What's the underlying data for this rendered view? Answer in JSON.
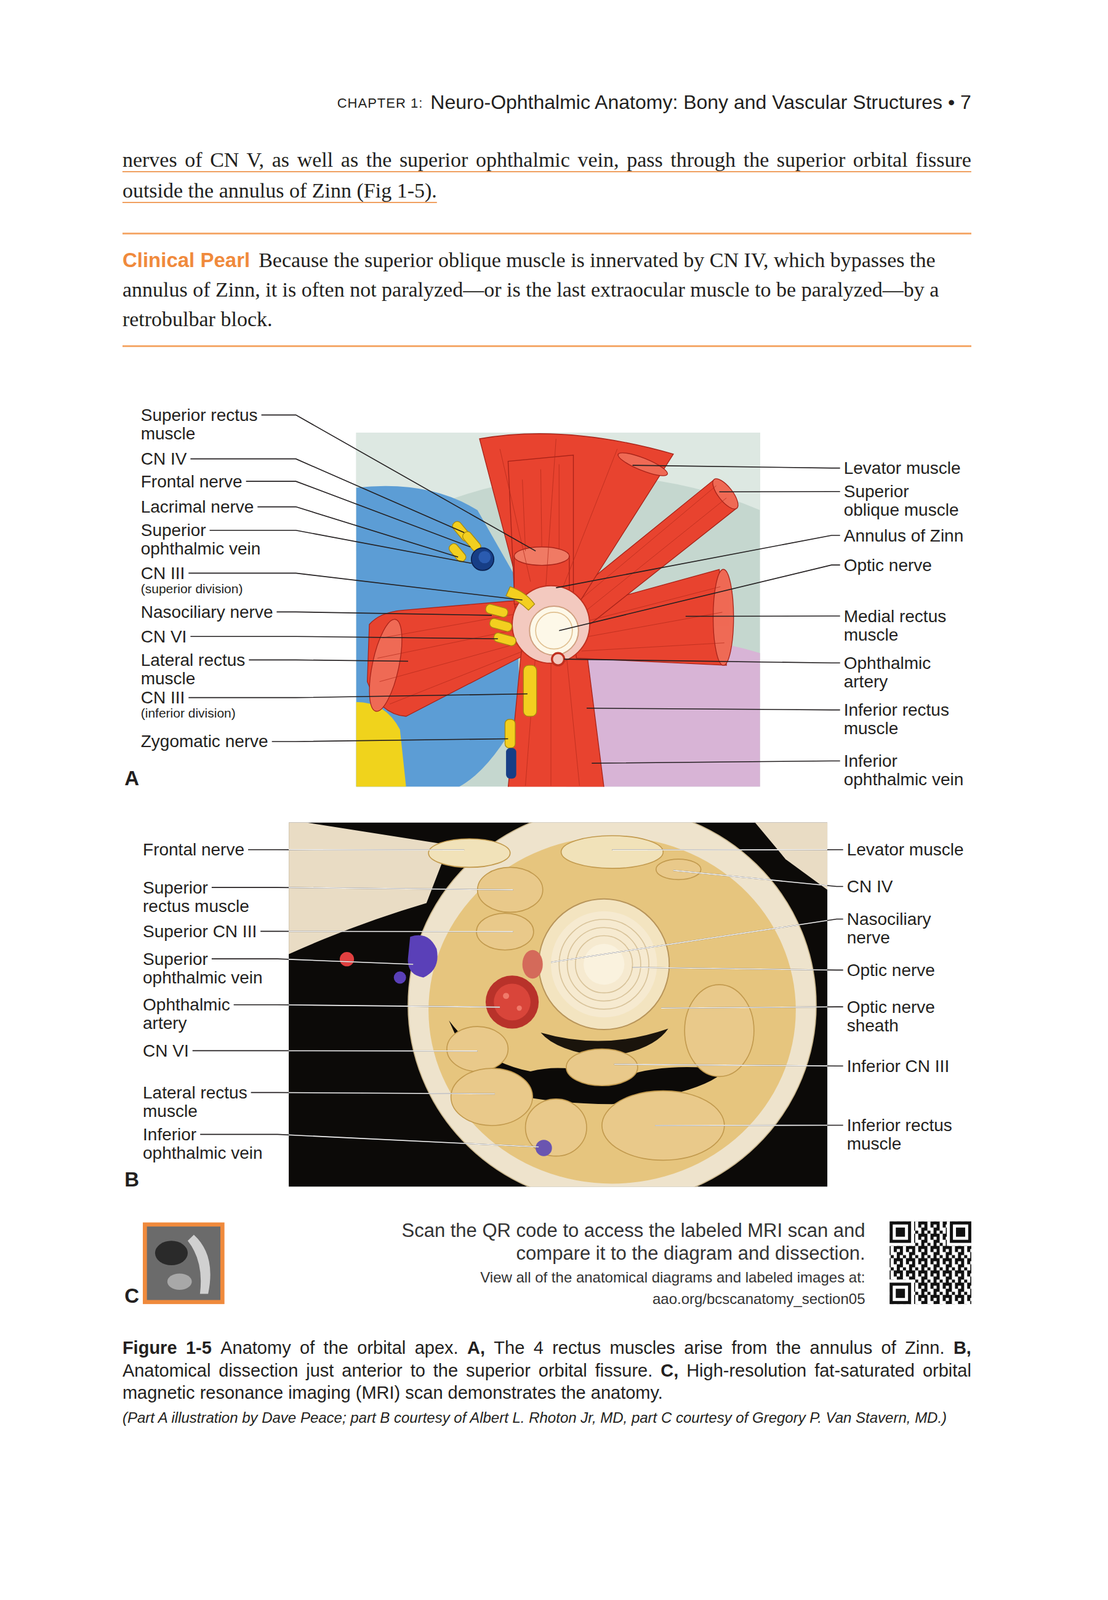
{
  "diagram": {
    "caption": "Figure 1-5 Anatomy of the orbital apex. A, The 4 rectus muscles arise from the annulus of Zinn. B, Anatomical dissection just anterior to the superior orbital fissure. C, High-resolution fat-saturated orbital magnetic resonance imaging (MRI) scan demonstrates the anatomy.",
    "nodes": [
      {
        "text": [
          "Clinical Pearl",
          "Because the superior oblique muscle is innervated by CN IV, which bypasses the annulus of Zinn, it is often not paralyzed—or is the last extraocular muscle to be paralyzed—by a retrobulbar block."
        ]
      }
    ],
    "labels": [
      "CHAPTER 1:",
      "Neuro-Ophthalmic Anatomy: Bony and Vascular Structures • 7",
      "nerves of CN V, as well as the superior ophthalmic vein, pass through the superior orbital fissure outside the annulus of Zinn (Fig 1-5).",
      "Superior rectus muscle",
      "CN IV",
      "Frontal nerve",
      "Lacrimal nerve",
      "Superior ophthalmic vein",
      "CN III",
      "(superior division)",
      "Nasociliary nerve",
      "CN VI",
      "Lateral rectus muscle",
      "CN III",
      "(inferior division)",
      "Zygomatic nerve",
      "A",
      "Levator muscle",
      "Superior oblique muscle",
      "Annulus of Zinn",
      "Optic nerve",
      "Medial rectus muscle",
      "Ophthalmic artery",
      "Inferior rectus muscle",
      "Inferior ophthalmic vein",
      "Frontal nerve",
      "Superior rectus muscle",
      "Superior CN III",
      "Superior ophthalmic vein",
      "Ophthalmic artery",
      "CN VI",
      "Lateral rectus muscle",
      "Inferior ophthalmic vein",
      "B",
      "Levator muscle",
      "CN IV",
      "Nasociliary nerve",
      "Optic nerve",
      "Optic nerve sheath",
      "Inferior CN III",
      "Inferior rectus muscle",
      "C",
      "Scan the QR code to access the labeled MRI scan and compare it to the diagram and dissection.",
      "View all of the anatomical diagrams and labeled images at:",
      "aao.org/bcscanatomy_section05",
      "(Part A illustration by Dave Peace; part B courtesy of Albert L. Rhoton Jr, MD, part C courtesy of Gregory P. Van Stavern, MD.)"
    ]
  }
}
